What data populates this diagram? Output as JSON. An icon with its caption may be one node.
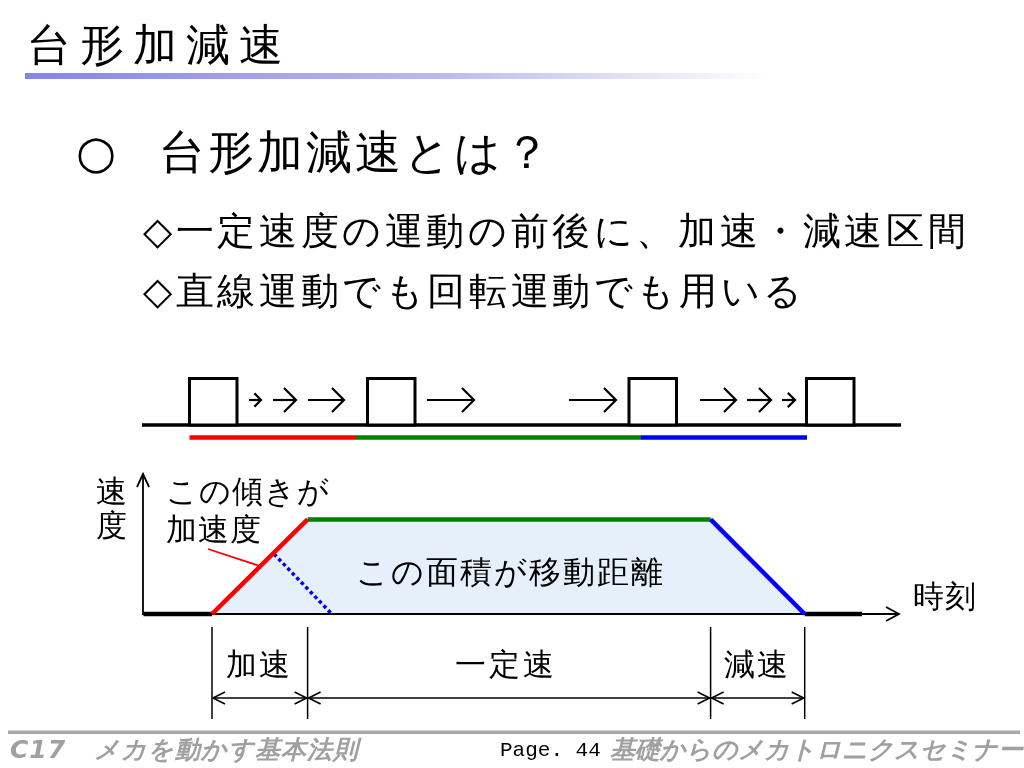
{
  "diagram": {
    "title": "台形加減速",
    "nodes": [
      {
        "text": [
          "この傾きが加速度"
        ]
      },
      {
        "text": [
          "この面積が移動距離"
        ]
      },
      {
        "text": [],
        "shape": "line",
        "in": 1
      }
    ],
    "edges": [
      {
        "from": 0,
        "to": 2,
        "arrow": "none"
      }
    ],
    "labels": [
      "○ 台形加減速とは？",
      "◇一定速度の運動の前後に、加速・減速区間",
      "◇直線運動でも回転運動でも用いる",
      "速度",
      "時刻",
      "加速",
      "一定速",
      "減速",
      "C17 メカを動かす基本法則",
      "Page. 44",
      "基礎からのメカトロニクスセミナー"
    ]
  }
}
